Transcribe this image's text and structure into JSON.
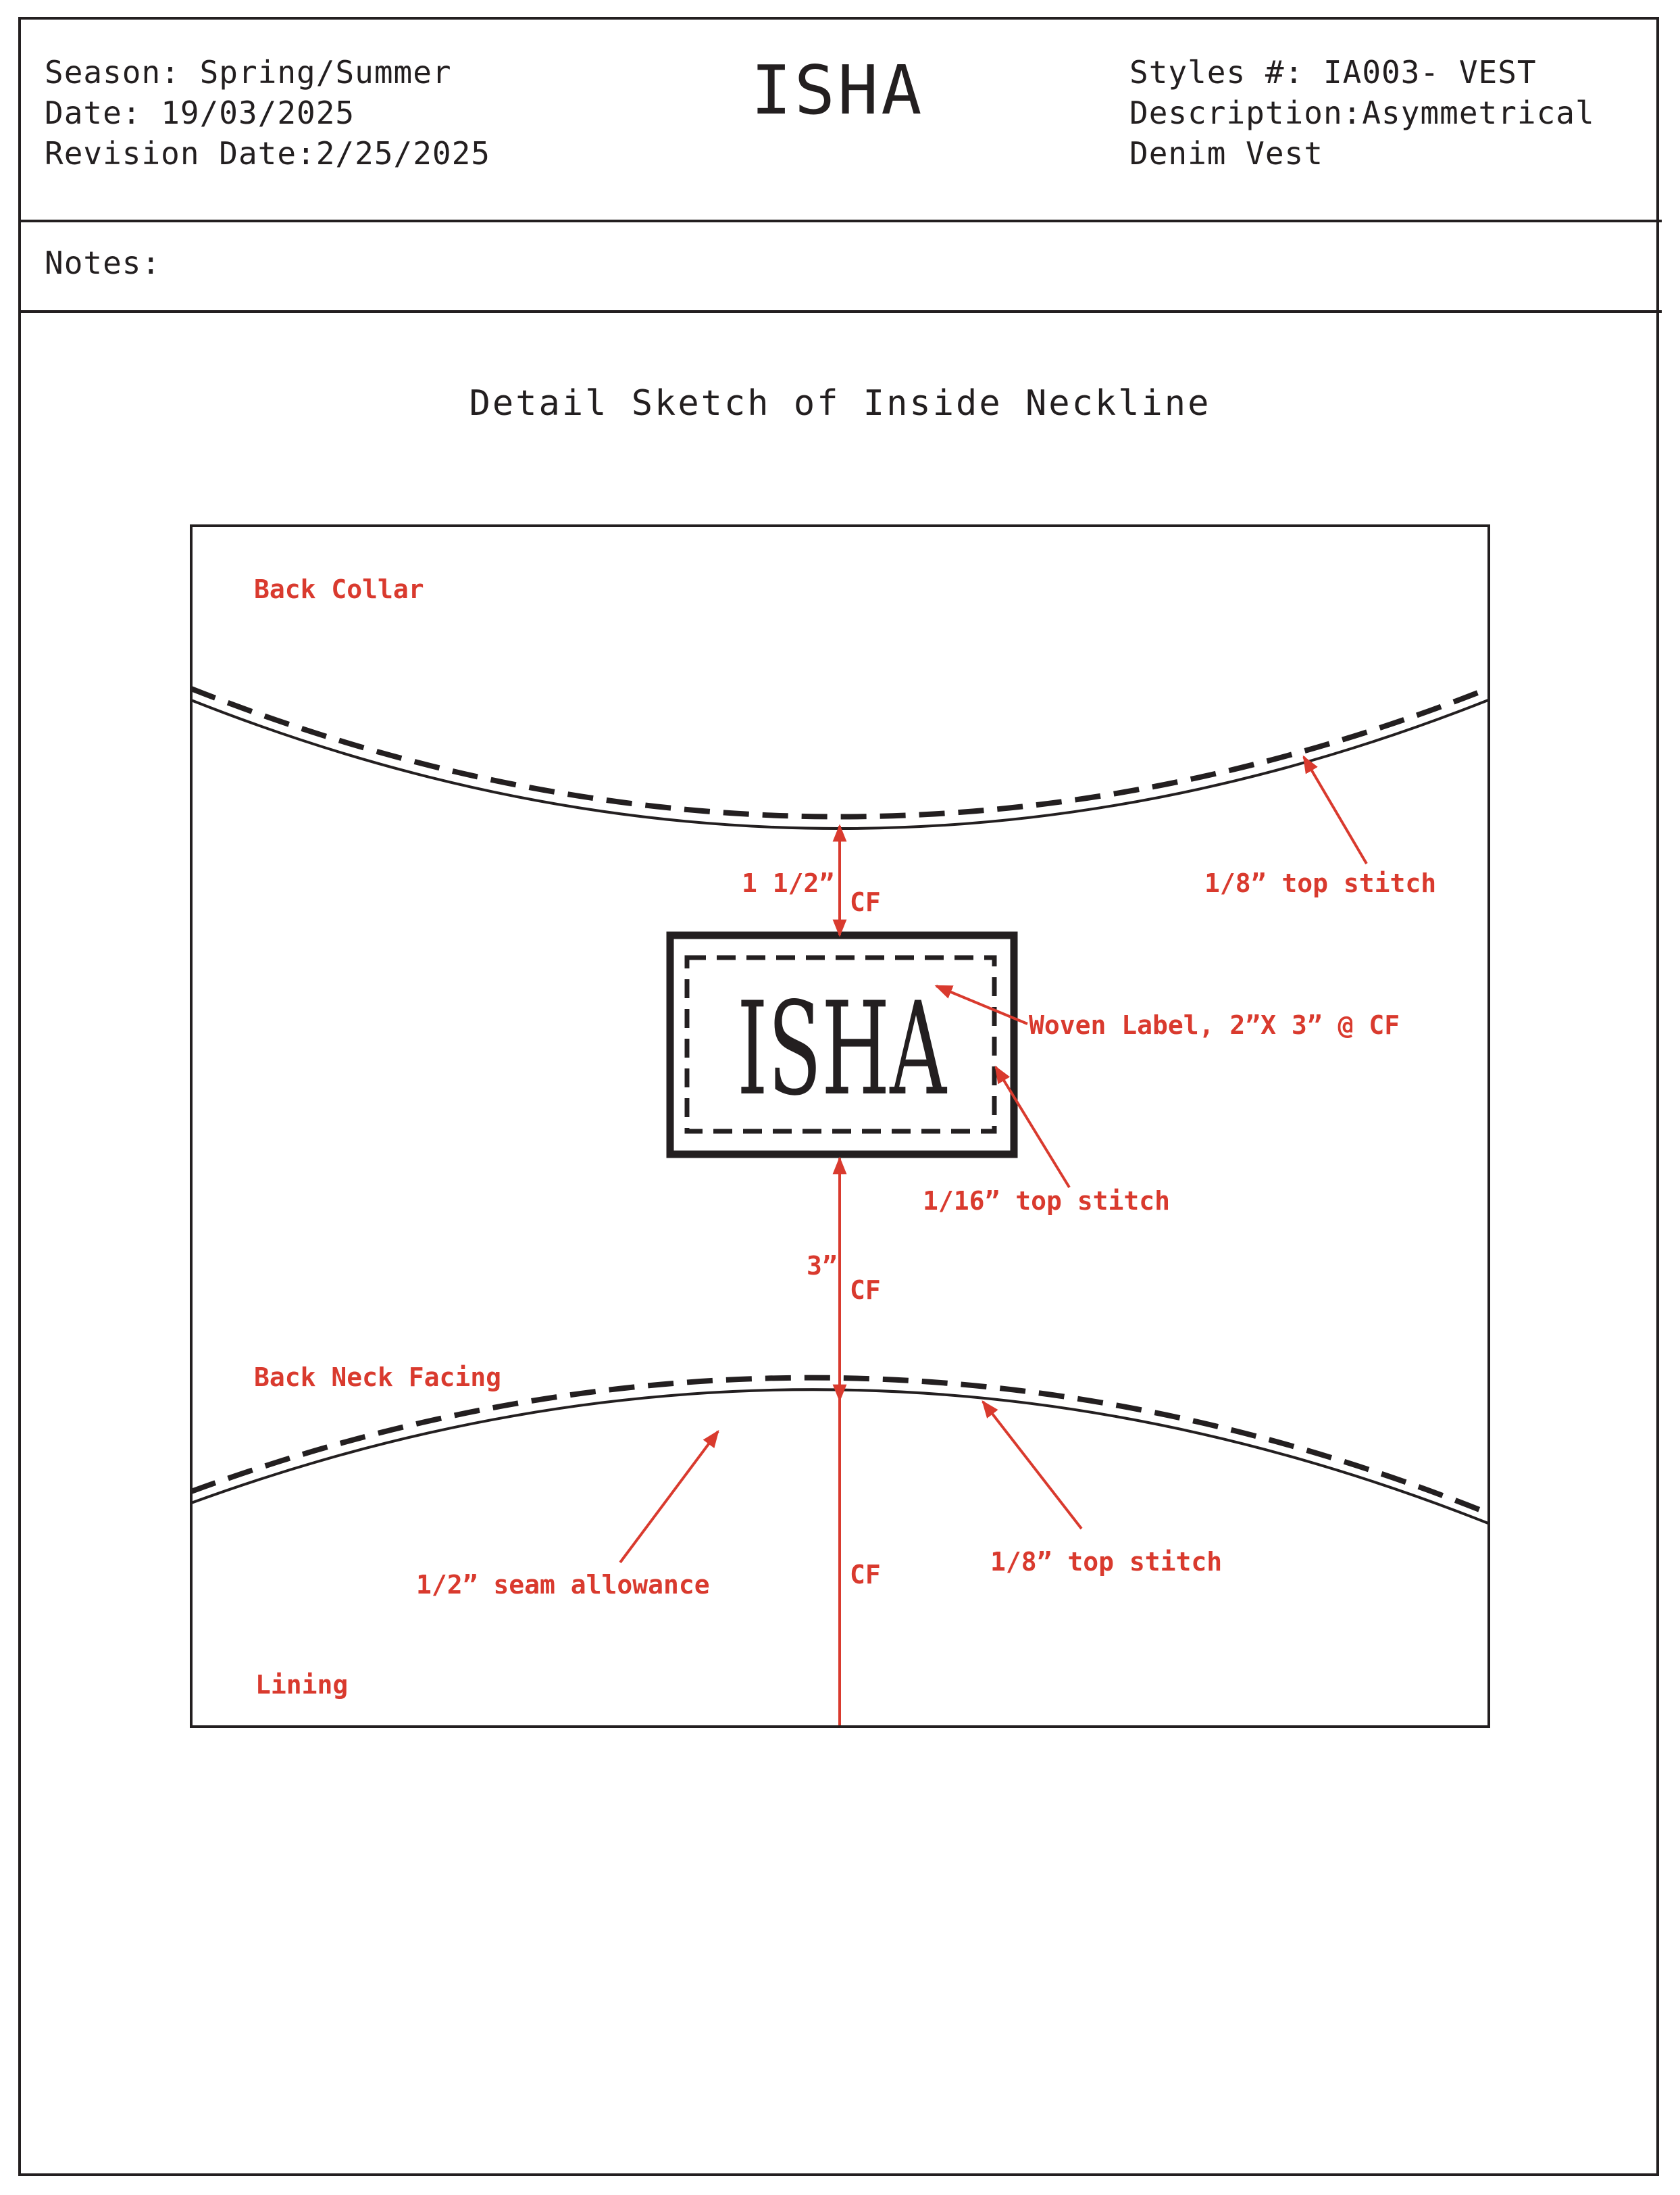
{
  "header": {
    "season_label": "Season:",
    "season_value": "Spring/Summer",
    "date_label": "Date:",
    "date_value": "19/03/2025",
    "revision_label": "Revision Date:",
    "revision_value": "2/25/2025",
    "brand": "ISHA",
    "style_label": "Styles #:",
    "style_value": "IA003- VEST",
    "description_label": "Description:",
    "description_value_line1": "Asymmetrical",
    "description_value_line2": "Denim Vest"
  },
  "notes": {
    "label": "Notes:"
  },
  "sheet_title": "Detail Sketch of Inside Neckline",
  "sketch": {
    "label_brand": "ISHA",
    "annotations": {
      "back_collar": "Back Collar",
      "back_neck_facing": "Back Neck Facing",
      "lining": "Lining",
      "top_stitch_upper": "1/8” top stitch",
      "top_stitch_lower": "1/8” top stitch",
      "label_top_stitch": "1/16” top stitch",
      "woven_label": "Woven Label, 2”X 3” @ CF",
      "seam_allowance": "1/2” seam allowance",
      "dim_upper": "1 1/2”",
      "dim_lower": "3”",
      "cf_1": "CF",
      "cf_2": "CF",
      "cf_3": "CF"
    },
    "colors": {
      "line": "#231f20",
      "annotation": "#d93a2e"
    }
  }
}
